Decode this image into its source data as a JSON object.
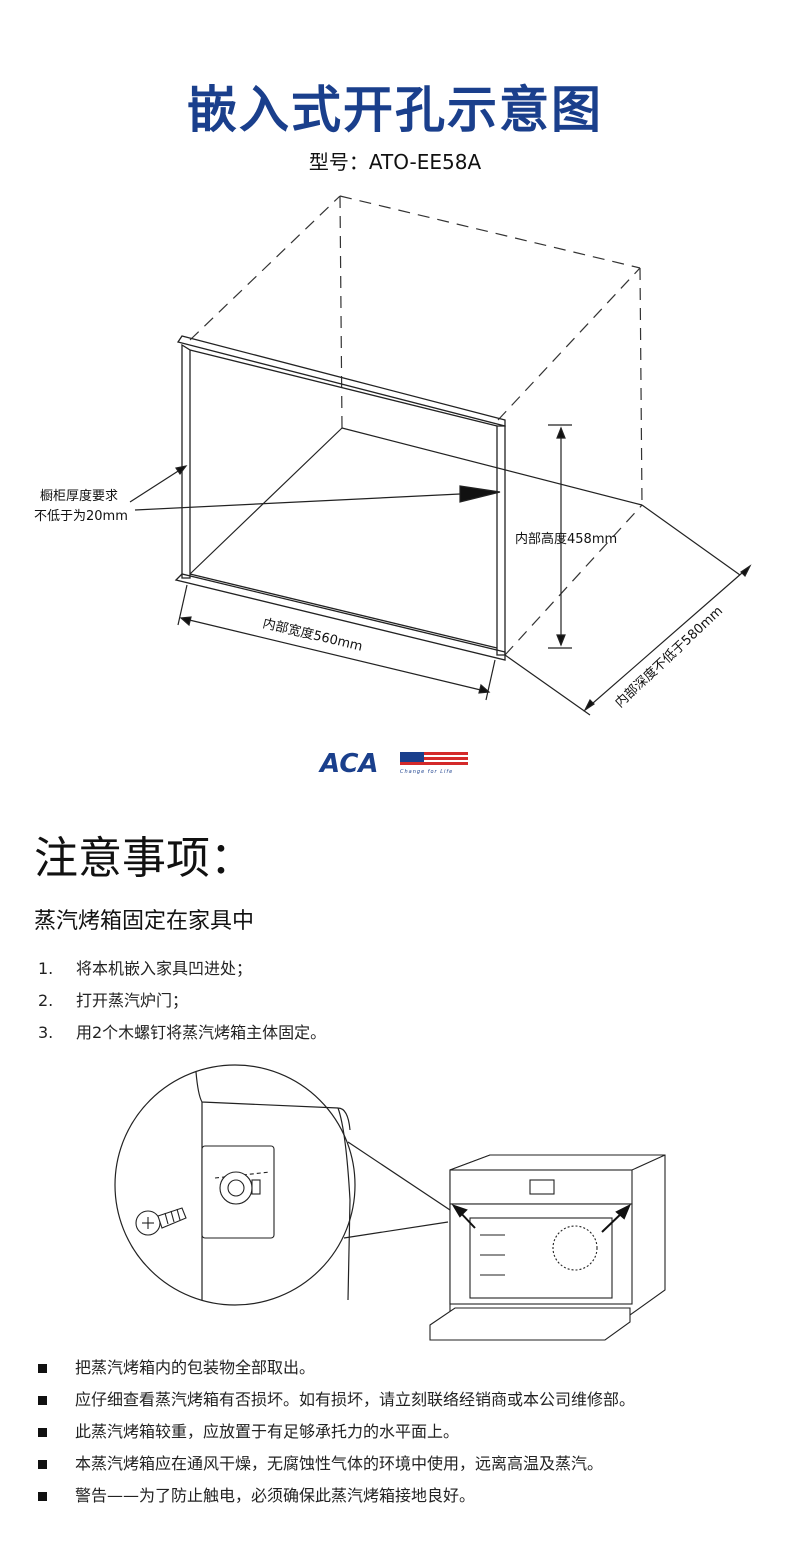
{
  "title": "嵌入式开孔示意图",
  "model": "型号：ATO-EE58A",
  "diagram": {
    "cabinet_thickness_line1": "橱柜厚度要求",
    "cabinet_thickness_line2": "不低于为20mm",
    "inner_height": "内部高度458mm",
    "inner_width": "内部宽度560mm",
    "inner_depth": "内部深度不低于580mm"
  },
  "logo": {
    "brand": "ACA",
    "slogan": "Change for Life",
    "brand_color": "#1a3f8c",
    "flag_red": "#d42a2a"
  },
  "notice": {
    "title": "注意事项：",
    "subtitle": "蒸汽烤箱固定在家具中",
    "steps": [
      {
        "num": "1.",
        "text": "将本机嵌入家具凹进处；"
      },
      {
        "num": "2.",
        "text": "打开蒸汽炉门；"
      },
      {
        "num": "3.",
        "text": "用2个木螺钉将蒸汽烤箱主体固定。"
      }
    ],
    "bullets": [
      "把蒸汽烤箱内的包装物全部取出。",
      "应仔细查看蒸汽烤箱有否损坏。如有损坏，请立刻联络经销商或本公司维修部。",
      "此蒸汽烤箱较重，应放置于有足够承托力的水平面上。",
      "本蒸汽烤箱应在通风干燥，无腐蚀性气体的环境中使用，远离高温及蒸汽。",
      "警告——为了防止触电，必须确保此蒸汽烤箱接地良好。"
    ]
  }
}
